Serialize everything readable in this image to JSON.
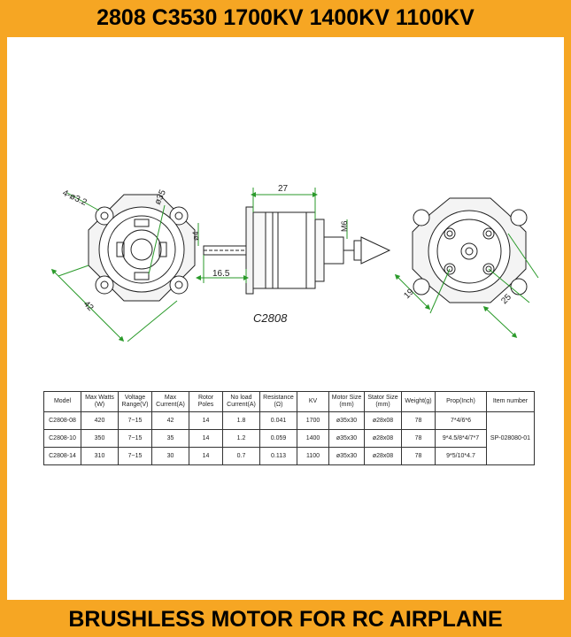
{
  "header": {
    "title": "2808 C3530 1700KV 1400KV 1100KV"
  },
  "footer": {
    "title": "BRUSHLESS MOTOR FOR RC AIRPLANE"
  },
  "drawing": {
    "left": {
      "holes_label": "4-ø3.2",
      "diameter_label": "ø35",
      "span_label": "42"
    },
    "side": {
      "width_label": "27",
      "shaft_label": "ø4",
      "length_label": "16.5",
      "thread_label": "M6",
      "model_label": "C2808"
    },
    "right": {
      "left_label": "19",
      "right_label": "25"
    }
  },
  "table": {
    "headers": [
      [
        "Model"
      ],
      [
        "Max Watts",
        "(W)"
      ],
      [
        "Voltage",
        "Range(V)"
      ],
      [
        "Max",
        "Current(A)"
      ],
      [
        "Rotor",
        "Poles"
      ],
      [
        "No load",
        "Current(A)"
      ],
      [
        "Resistance",
        "(Ω)"
      ],
      [
        "KV"
      ],
      [
        "Motor Size",
        "(mm)"
      ],
      [
        "Stator Size",
        "(mm)"
      ],
      [
        "Weight(g)"
      ],
      [
        "Prop(Inch)"
      ],
      [
        "Item number"
      ]
    ],
    "rows": [
      [
        "C2808-08",
        "420",
        "7~15",
        "42",
        "14",
        "1.8",
        "0.041",
        "1700",
        "ø35x30",
        "ø28x08",
        "78",
        "7*4/6*6"
      ],
      [
        "C2808-10",
        "350",
        "7~15",
        "35",
        "14",
        "1.2",
        "0.059",
        "1400",
        "ø35x30",
        "ø28x08",
        "78",
        "9*4.5/8*4/7*7"
      ],
      [
        "C2808-14",
        "310",
        "7~15",
        "30",
        "14",
        "0.7",
        "0.113",
        "1100",
        "ø35x30",
        "ø28x08",
        "78",
        "9*5/10*4.7"
      ]
    ],
    "item_number": "SP-028080-01"
  }
}
